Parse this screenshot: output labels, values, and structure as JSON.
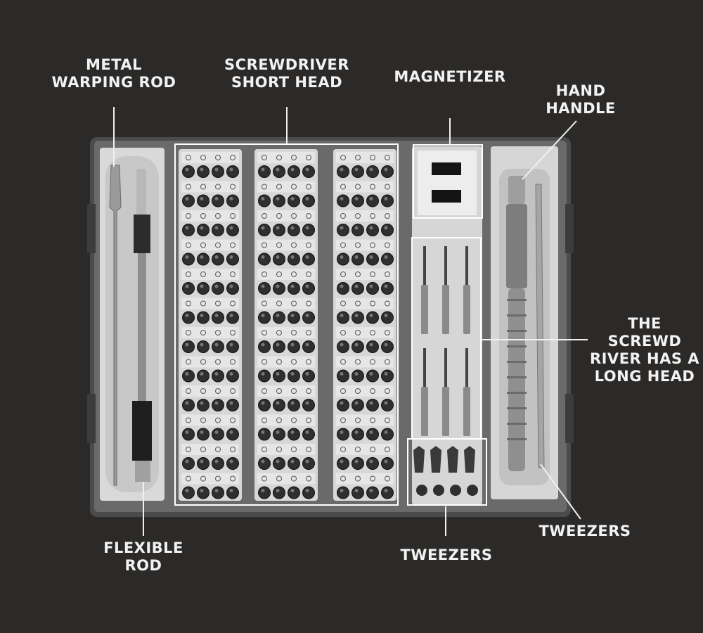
{
  "callouts": {
    "metal_rod": "METAL\nWARPING ROD",
    "short_head": "SCREWDRIVER\nSHORT HEAD",
    "magnetizer": "MAGNETIZER",
    "hand_handle": "HAND\nHANDLE",
    "long_head": "THE SCREWD\nRIVER HAS A\nLONG HEAD",
    "flexible_rod": "FLEXIBLE\nROD",
    "tweezers_bottom": "TWEEZERS",
    "tweezers_right": "TWEEZERS"
  },
  "colors": {
    "background": "#2b2a29",
    "case_frame": "#5b5b5b",
    "tray": "#dcdcdc",
    "highlight_box": "#ffffff",
    "bits": "#2f2f2f"
  }
}
